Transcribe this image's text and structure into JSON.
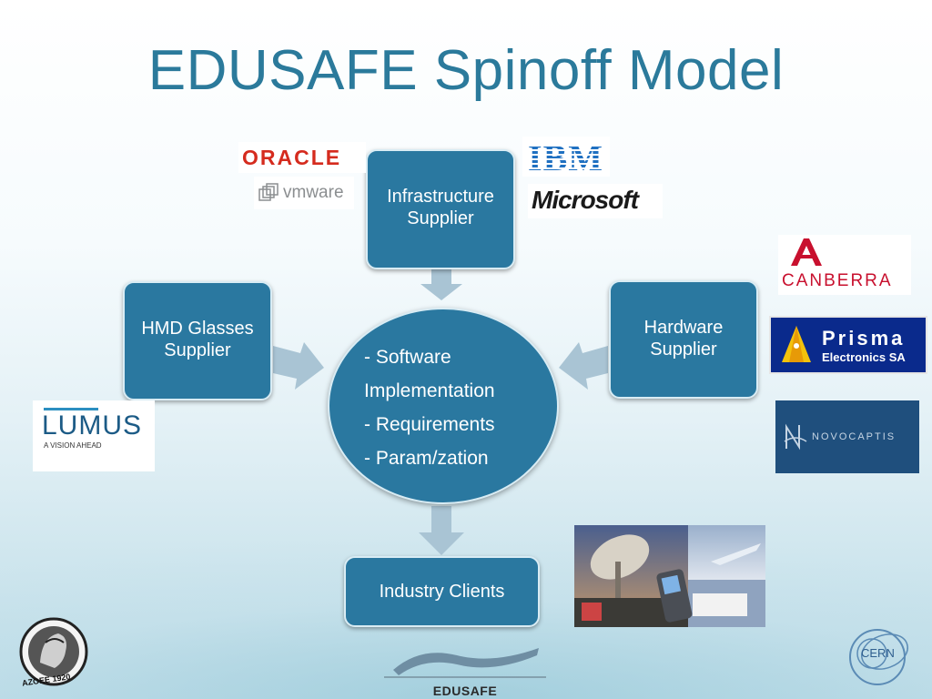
{
  "title": "EDUSAFE Spinoff Model",
  "nodes": {
    "infrastructure": "Infrastructure Supplier",
    "hmd": "HMD Glasses Supplier",
    "hardware": "Hardware Supplier",
    "clients": "Industry Clients",
    "center_lines": [
      "- Software",
      "Implementation",
      "- Requirements",
      "- Param/zation"
    ]
  },
  "logos": {
    "oracle": "ORACLE",
    "vmware": "vmware",
    "ibm": "IBM",
    "microsoft": "Microsoft",
    "canberra": "CANBERRA",
    "prisma_title": "Prisma",
    "prisma_sub": "Electronics SA",
    "novocaptis": "NOVOCAPTIS",
    "lumus": "LUMUS",
    "lumus_tag": "A VISION AHEAD",
    "edusafe": "EDUSAFE",
    "cern": "CERN",
    "seal_text": "AZOEE 1920"
  },
  "colors": {
    "box_fill": "#2a78a0",
    "title": "#2b7a9b",
    "arrow": "#a9c4d4"
  }
}
